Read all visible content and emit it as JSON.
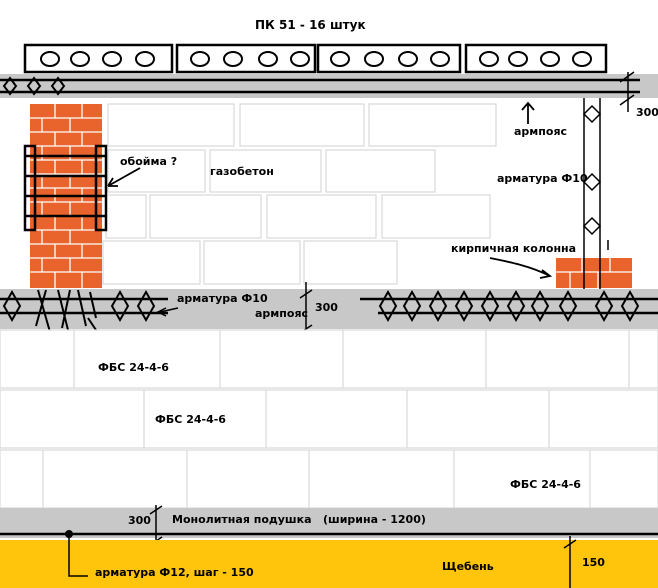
{
  "labels": {
    "title": "ПК 51 - 16 штук",
    "armopoyas_top_dim": "300",
    "armopoyas_top": "армпояс",
    "obojma": "обойма ?",
    "gazobeton": "газобетон",
    "armatura_col": "арматура Ф10",
    "column": "кирпичная колонна",
    "armatura_bottom": "арматура Ф10",
    "armopoyas_bottom": "армпояс",
    "armopoyas_bottom_dim": "300",
    "fbs_1": "ФБС 24-4-6",
    "fbs_2": "ФБС 24-4-6",
    "fbs_3": "ФБС 24-4-6",
    "slab_dim": "300",
    "slab": "Монолитная подушка   (ширина - 1200)",
    "gravel_dim": "150",
    "gravel": "Щебень",
    "armatura_slab": "арматура Ф12, шаг - 150"
  },
  "colors": {
    "brick": "#e8642c",
    "concrete": "#c8c8c8",
    "gravel": "#ffc40c",
    "line": "#000000",
    "block_outline": "#d8d8d8"
  }
}
